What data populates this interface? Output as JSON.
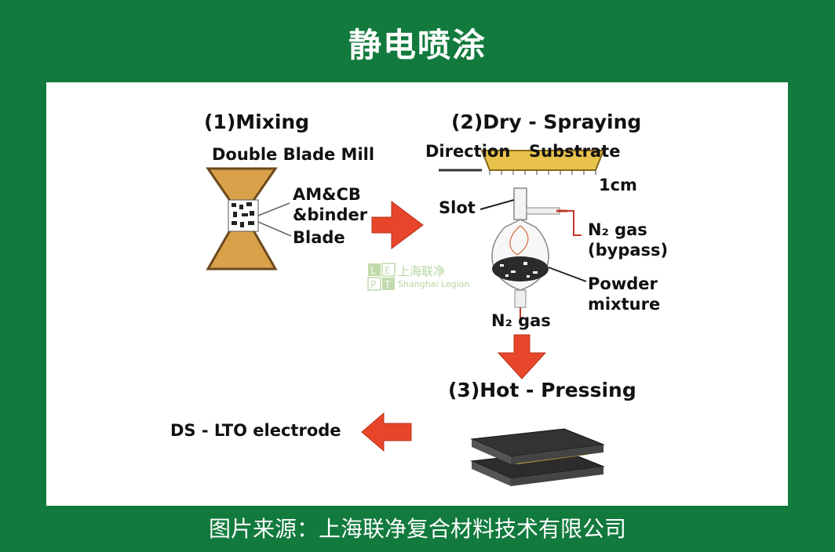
{
  "title": "静电喷涂",
  "footer": "图片来源：上海联净复合材料技术有限公司",
  "diagram": {
    "step1": {
      "heading": "(1)Mixing",
      "device": "Double Blade Mill",
      "content": "AM&CB\n&binder",
      "blade": "Blade"
    },
    "step2": {
      "heading": "(2)Dry - Spraying",
      "direction": "Direction",
      "substrate": "Substrate",
      "scale": "1cm",
      "slot": "Slot",
      "bypass_gas": "N₂ gas\n(bypass)",
      "powder": "Powder\nmixture",
      "inlet_gas": "N₂ gas"
    },
    "step3": {
      "heading": "(3)Hot - Pressing"
    },
    "result": "DS - LTO electrode"
  },
  "watermark": {
    "logo_letters": [
      "L",
      "E",
      "P",
      "T"
    ],
    "name_cn": "上海联净",
    "name_en": "Shanghai Legion"
  },
  "colors": {
    "background": "#127a3d",
    "arrow": "#e8462a",
    "mill_body": "#d9a24a",
    "substrate": "#e8c24a",
    "plate": "#2c2c2c"
  }
}
